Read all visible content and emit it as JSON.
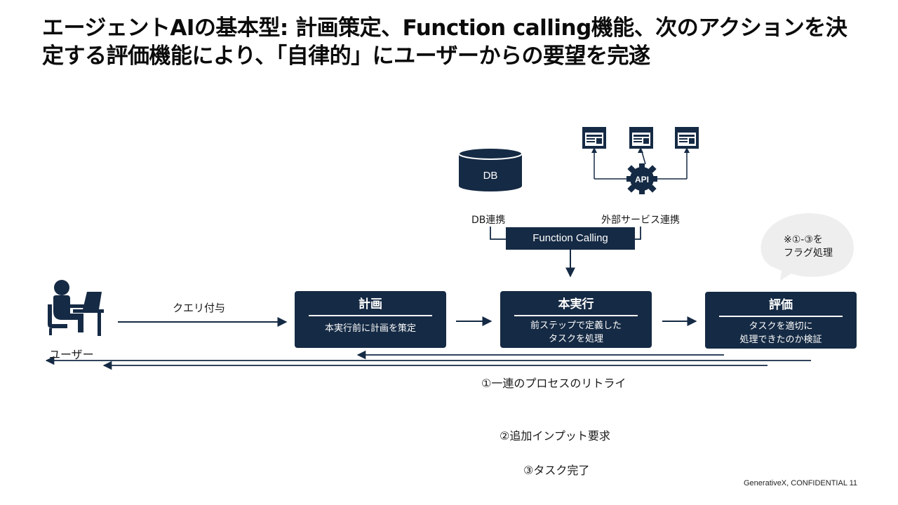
{
  "title": "エージェントAIの基本型: 計画策定、Function calling機能、次のアクションを決定する評価機能により、「自律的」にユーザーからの要望を完遂",
  "diagram": {
    "user_label": "ユーザー",
    "query_label": "クエリ付与",
    "plan": {
      "heading": "計画",
      "description": "本実行前に計画を策定"
    },
    "execute": {
      "heading": "本実行",
      "description_lines": [
        "前ステップで定義した",
        "タスクを処理"
      ]
    },
    "evaluate": {
      "heading": "評価",
      "description_lines": [
        "タスクを適切に",
        "処理できたのか検証"
      ]
    },
    "function_calling": "Function Calling",
    "db": {
      "label": "DB",
      "link_label": "DB連携"
    },
    "api": {
      "label": "API",
      "link_label": "外部サービス連携"
    },
    "bubble_lines": [
      "※①-③を",
      "フラグ処理"
    ],
    "outcomes": [
      "①一連のプロセスのリトライ",
      "②追加インプット要求",
      "③タスク完了"
    ]
  },
  "footer": "GenerativeX, CONFIDENTIAL  11",
  "colors": {
    "navy": "#152a44",
    "bubble": "#eeeeee",
    "text": "#111111"
  }
}
